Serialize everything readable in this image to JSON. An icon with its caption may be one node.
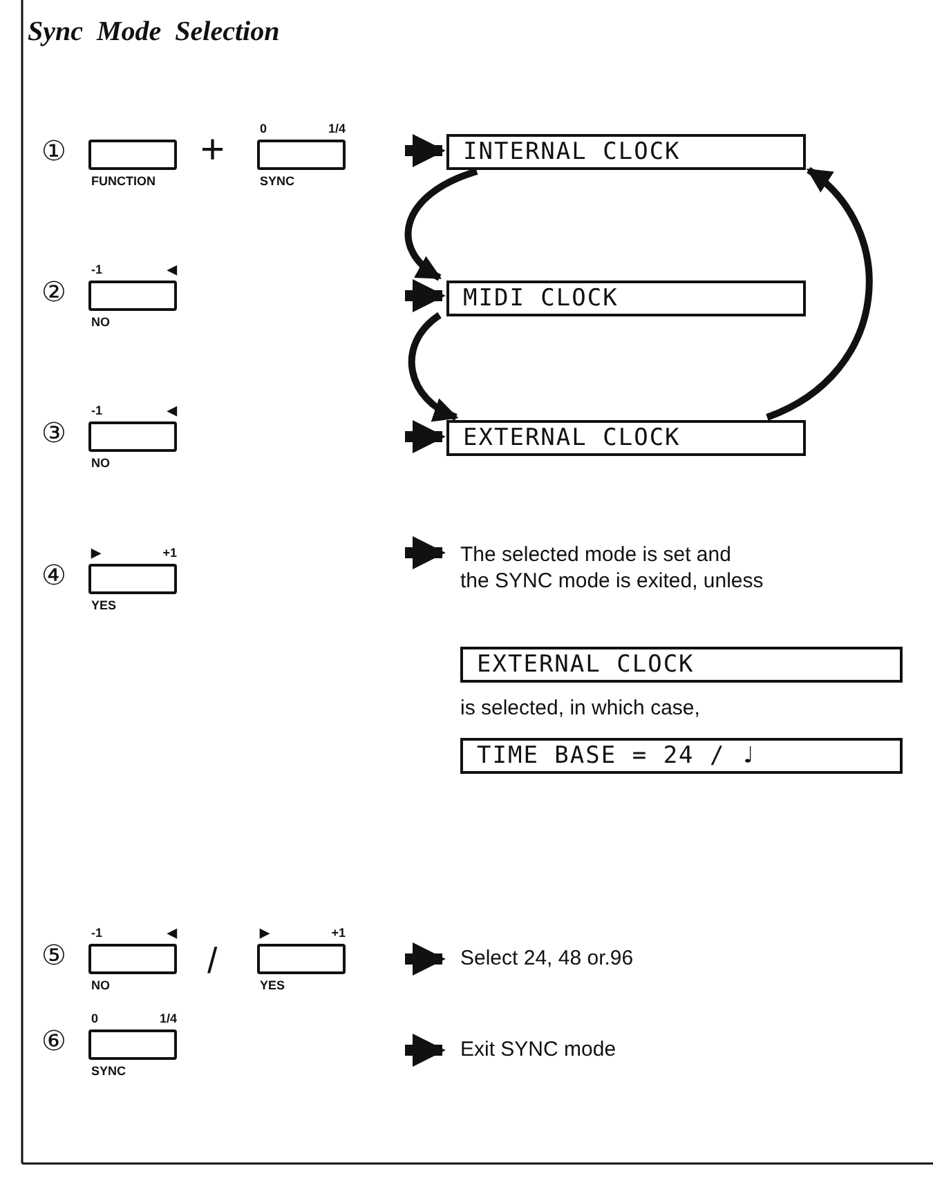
{
  "diagram": {
    "title": "Sync Mode Selection",
    "nodes": [
      {
        "text": [],
        "shape": "box",
        "beside": [
          "FUNCTION"
        ]
      },
      {
        "text": [],
        "shape": "box",
        "beside": [
          "0",
          "1/4",
          "SYNC"
        ]
      },
      {
        "text": [
          "INTERNAL CLOCK"
        ]
      },
      {
        "text": [],
        "shape": "box",
        "beside": [
          "-1",
          "◀",
          "NO"
        ]
      },
      {
        "text": [
          "MIDI CLOCK"
        ]
      },
      {
        "text": [],
        "shape": "box",
        "beside": [
          "-1",
          "◀",
          "NO"
        ]
      },
      {
        "text": [
          "EXTERNAL CLOCK"
        ]
      },
      {
        "text": [],
        "shape": "box",
        "beside": [
          "▶",
          "+1",
          "YES"
        ]
      },
      {
        "text": [
          "The selected mode is set and the SYNC mode is exited, unless"
        ]
      },
      {
        "text": [
          "EXTERNAL CLOCK"
        ]
      },
      {
        "text": [
          "TIME BASE = 24 / ♩"
        ]
      },
      {
        "text": [],
        "shape": "box",
        "beside": [
          "-1",
          "◀",
          "NO"
        ]
      },
      {
        "text": [],
        "shape": "box",
        "beside": [
          "▶",
          "+1",
          "YES"
        ]
      },
      {
        "text": [
          "Select 24, 48 or.96"
        ]
      },
      {
        "text": [],
        "shape": "box",
        "beside": [
          "0",
          "1/4",
          "SYNC"
        ]
      },
      {
        "text": [
          "Exit SYNC mode"
        ]
      }
    ],
    "edges": [
      {
        "from": null,
        "to": 2,
        "arrow": "to"
      },
      {
        "from": 2,
        "to": 4,
        "arrow": "to"
      },
      {
        "from": null,
        "to": 4,
        "arrow": "to"
      },
      {
        "from": 4,
        "to": 6,
        "arrow": "to"
      },
      {
        "from": null,
        "to": 6,
        "arrow": "to"
      },
      {
        "from": 6,
        "to": 2,
        "arrow": "to"
      },
      {
        "from": null,
        "to": 8,
        "arrow": "to"
      },
      {
        "from": null,
        "to": 13,
        "arrow": "to"
      },
      {
        "from": null,
        "to": 15,
        "arrow": "to"
      }
    ],
    "labels": [
      "①",
      "+",
      "②",
      "③",
      "④",
      "is selected, in which case,",
      "⑤",
      "/",
      "⑥"
    ]
  }
}
